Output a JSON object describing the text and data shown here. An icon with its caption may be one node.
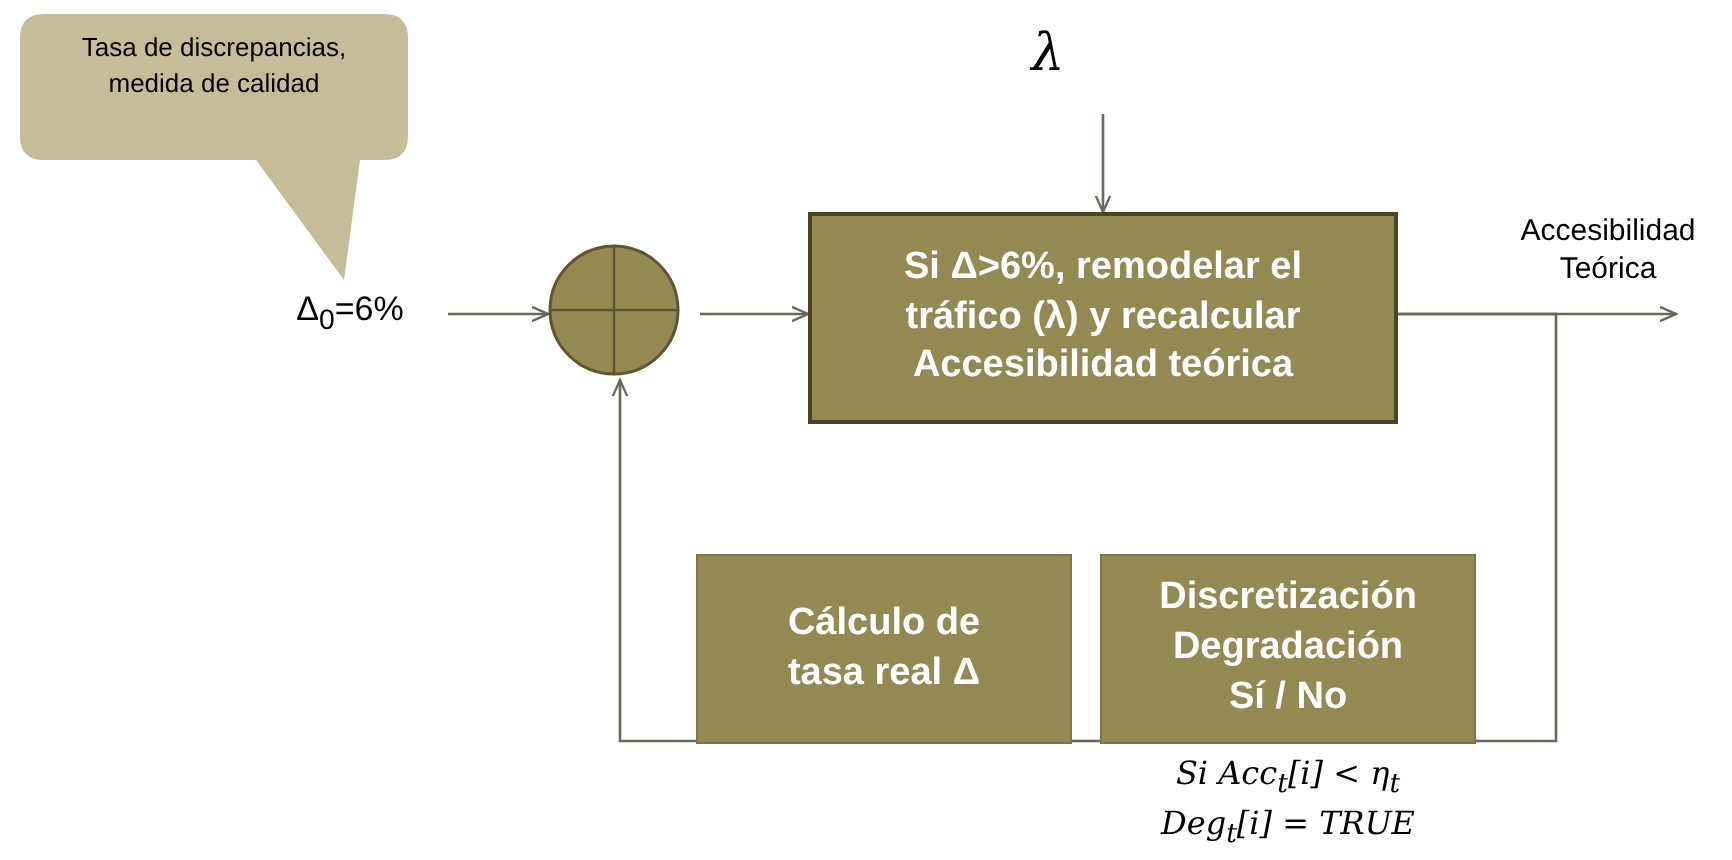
{
  "diagram": {
    "nodes": [
      {
        "text": [
          "Tasa de discrepancias, medida de calidad"
        ]
      },
      {
        "text": [
          "Δ$_{0}$=6%"
        ]
      },
      {
        "text": [],
        "shape": "circle"
      },
      {
        "text": [
          "Si Δ>6%, remodelar el tráfico (λ) y recalcular Accesibilidad teórica"
        ]
      },
      {
        "text": [
          "λ"
        ]
      },
      {
        "text": [
          "Cálculo de tasa real Δ"
        ]
      },
      {
        "text": [
          "Discretización Degradación Sí / No"
        ],
        "beside": [
          "Si Acc$_{t}$[i] < η$_{t}$",
          "Deg$_{t}$[i] = TRUE"
        ]
      }
    ],
    "edges": [
      {
        "from": 1,
        "to": 2,
        "arrow": "to"
      },
      {
        "from": 2,
        "to": 3,
        "arrow": "to"
      },
      {
        "from": 4,
        "to": 3,
        "arrow": "to"
      },
      {
        "from": 3,
        "to": null,
        "arrow": "to",
        "label": "Accesibilidad Teórica"
      },
      {
        "from": 3,
        "to": 6,
        "arrow": "none"
      },
      {
        "from": 6,
        "to": 5,
        "arrow": "none"
      },
      {
        "from": 5,
        "to": 2,
        "arrow": "to"
      }
    ]
  }
}
